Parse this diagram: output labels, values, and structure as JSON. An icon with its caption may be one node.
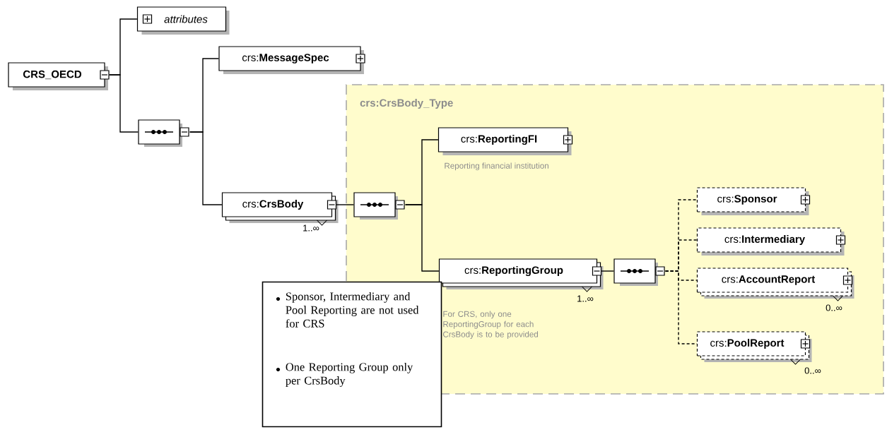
{
  "diagram": {
    "nodes": [
      {
        "text": [
          "CRS_OECD"
        ]
      },
      {
        "text": [
          "attributes"
        ]
      },
      {
        "text": [],
        "shape": "octagon"
      },
      {
        "text": [
          "crs:**MessageSpec**"
        ]
      },
      {
        "text": [
          "crs:CrsBody_Type"
        ]
      },
      {
        "text": [
          "crs:**CrsBody**"
        ],
        "beside": [
          "1..∞"
        ]
      },
      {
        "text": [],
        "shape": "octagon",
        "in": 4
      },
      {
        "text": [
          "crs:**ReportingFI**"
        ],
        "beside": [
          "Reporting financial institution"
        ],
        "in": 4
      },
      {
        "text": [
          "crs:**ReportingGroup**"
        ],
        "beside": [
          "1..∞"
        ],
        "in": 4
      },
      {
        "text": [],
        "shape": "octagon",
        "in": 4
      },
      {
        "text": [
          "crs:**Sponsor**"
        ],
        "in": 4
      },
      {
        "text": [
          "crs:**Intermediary**"
        ],
        "in": 4
      },
      {
        "text": [
          "crs:**AccountReport**"
        ],
        "beside": [
          "0..∞"
        ],
        "in": 4
      },
      {
        "text": [
          "crs:**PoolReport**"
        ],
        "beside": [
          "0..∞"
        ],
        "in": 4
      },
      {
        "text": [
          "Sponsor, Intermediary and Pool Reporting are not used for CRS",
          "One Reporting Group only per CrsBody"
        ]
      }
    ],
    "edges": [
      {
        "from": 0,
        "to": 1,
        "arrow": "none"
      },
      {
        "from": 0,
        "to": 2,
        "arrow": "none"
      },
      {
        "from": 2,
        "to": 3,
        "arrow": "none"
      },
      {
        "from": 2,
        "to": 5,
        "arrow": "none"
      },
      {
        "from": 5,
        "to": 6,
        "arrow": "none"
      },
      {
        "from": 6,
        "to": 7,
        "arrow": "none"
      },
      {
        "from": 6,
        "to": 8,
        "arrow": "none"
      },
      {
        "from": 8,
        "to": 9,
        "arrow": "none"
      },
      {
        "from": 9,
        "to": 10,
        "arrow": "none",
        "style": "dashed"
      },
      {
        "from": 9,
        "to": 11,
        "arrow": "none",
        "style": "dashed"
      },
      {
        "from": 9,
        "to": 12,
        "arrow": "none",
        "style": "dashed"
      },
      {
        "from": 9,
        "to": 13,
        "arrow": "none",
        "style": "dashed"
      }
    ],
    "labels": [
      "For CRS, only one ReportingGroup for each CrsBody is to be provided"
    ]
  }
}
